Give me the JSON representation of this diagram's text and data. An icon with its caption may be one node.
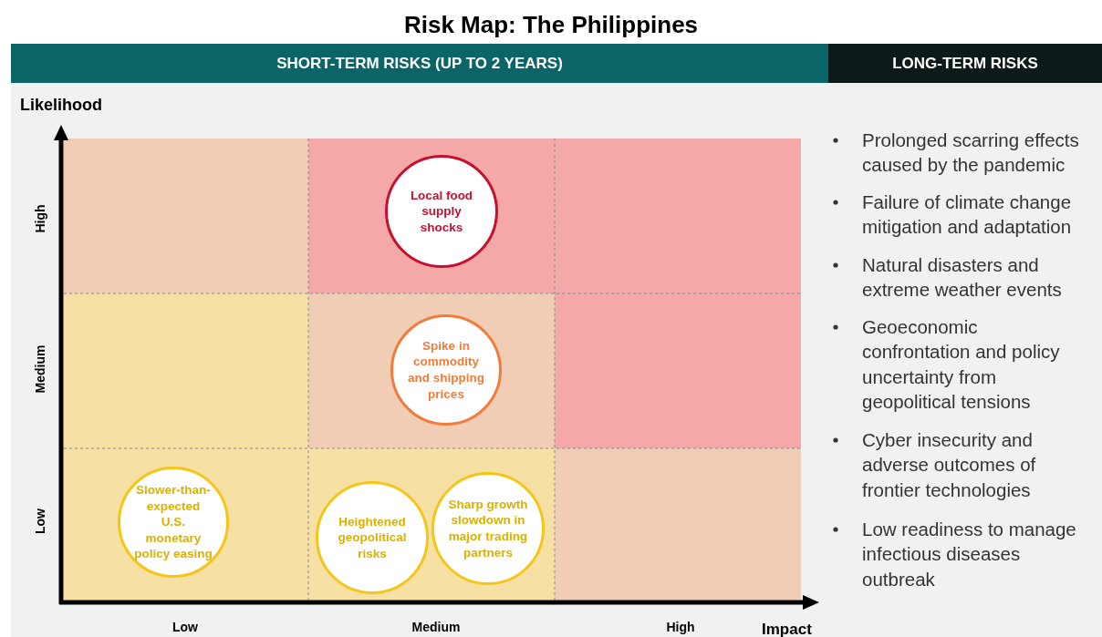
{
  "diagram": {
    "title": "Risk Map: The Philippines",
    "nodes": [
      {
        "text": [
          "SHORT-TERM RISKS (UP TO 2 YEARS)"
        ]
      },
      {
        "text": [
          "LONG-TERM RISKS"
        ]
      },
      {
        "text": [
          "Local food supply shocks"
        ]
      },
      {
        "text": [
          "Spike in commodity and shipping prices"
        ]
      },
      {
        "text": [
          "Slower-than-expected U.S. monetary policy easing"
        ]
      },
      {
        "text": [
          "Heightened geopolitical risks"
        ]
      },
      {
        "text": [
          "Sharp growth slowdown in major trading partners"
        ]
      }
    ],
    "labels": [
      "Likelihood",
      "High",
      "Medium",
      "Low",
      "Low",
      "Medium",
      "High",
      "Impact",
      "Prolonged scarring effects caused by the pandemic",
      "Failure of climate change mitigation and adaptation",
      "Natural disasters and extreme weather events",
      "Geoeconomic confrontation and policy uncertainty from geopolitical tensions",
      "Cyber insecurity and adverse outcomes of frontier technologies",
      "Low readiness to manage infectious diseases outbreak"
    ]
  }
}
